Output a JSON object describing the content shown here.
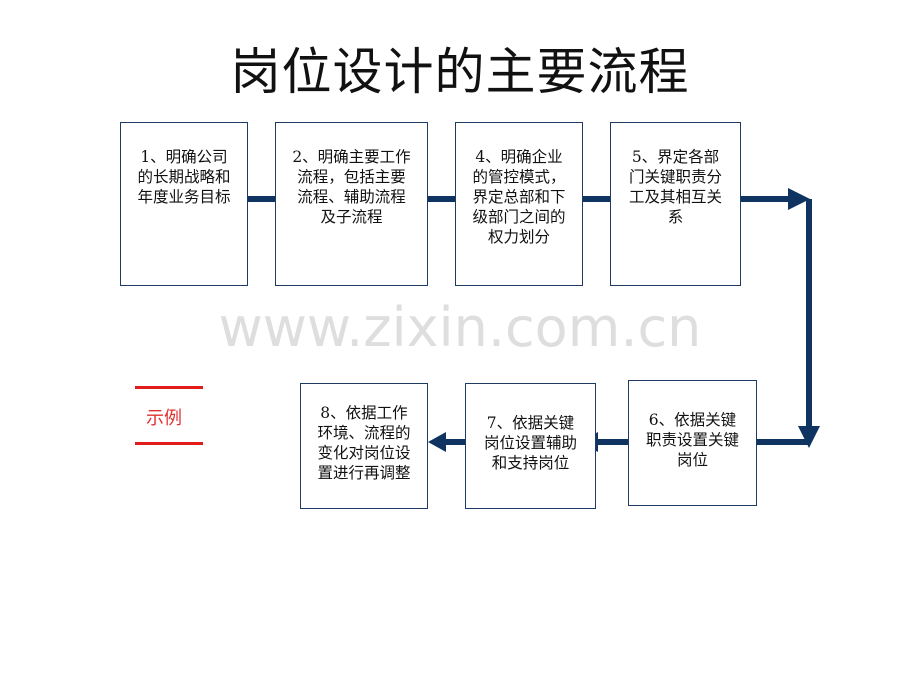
{
  "title": "岗位设计的主要流程",
  "watermark": "www.zixin.com.cn",
  "example_label": "示例",
  "colors": {
    "arrow": "#0f3462",
    "box_border": "#1f3b63",
    "example_red": "#e21b1b"
  },
  "steps": [
    {
      "text": "1、明确公司\n的长期战略和\n年度业务目标"
    },
    {
      "text": "2、明确主要工作\n流程，包括主要\n流程、辅助流程\n及子流程"
    },
    {
      "text": "4、明确企业\n的管控模式，\n界定总部和下\n级部门之间的\n权力划分"
    },
    {
      "text": "5、界定各部\n门关键职责分\n工及其相互关\n系"
    },
    {
      "text": "6、依据关键\n职责设置关键\n岗位"
    },
    {
      "text": "7、依据关键\n岗位设置辅助\n和支持岗位"
    },
    {
      "text": "8、依据工作\n环境、流程的\n变化对岗位设\n置进行再调整"
    }
  ]
}
